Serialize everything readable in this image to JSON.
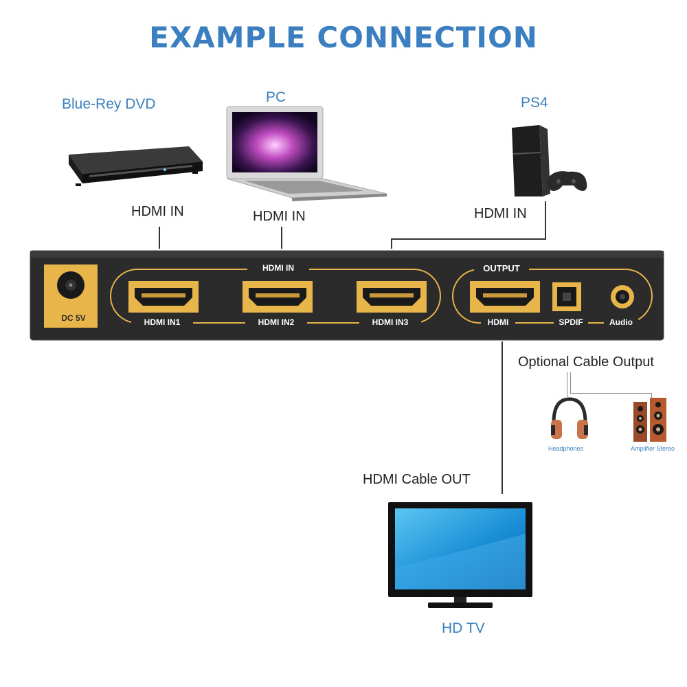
{
  "title": "EXAMPLE CONNECTION",
  "sources": {
    "dvd": {
      "label": "Blue-Rey DVD",
      "port": "HDMI IN",
      "icon": "dvd-player-icon"
    },
    "pc": {
      "label": "PC",
      "port": "HDMI IN",
      "icon": "laptop-icon"
    },
    "ps4": {
      "label": "PS4",
      "port": "HDMI IN",
      "icon": "game-console-icon"
    }
  },
  "switch": {
    "power_label": "DC 5V",
    "input_group_label": "HDMI IN",
    "inputs": [
      "HDMI IN1",
      "HDMI IN2",
      "HDMI IN3"
    ],
    "output_group_label": "OUTPUT",
    "outputs": [
      "HDMI",
      "SPDIF",
      "Audio"
    ],
    "colors": {
      "body": "#2b2b2b",
      "gold": "#e8b54a"
    }
  },
  "optional": {
    "label": "Optional Cable Output",
    "headphones_label": "Headphones",
    "speakers_label": "Amplifier Stereo"
  },
  "tv": {
    "cable_label": "HDMI Cable OUT",
    "label": "HD TV",
    "icon": "tv-icon"
  },
  "colors": {
    "accent": "#3b7fc0"
  }
}
